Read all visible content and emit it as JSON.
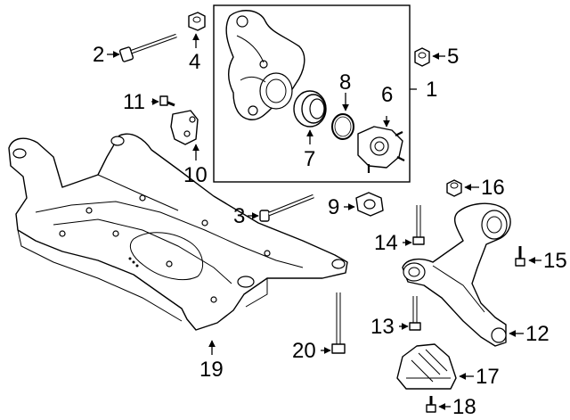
{
  "callouts": {
    "n1": "1",
    "n2": "2",
    "n3": "3",
    "n4": "4",
    "n5": "5",
    "n6": "6",
    "n7": "7",
    "n8": "8",
    "n9": "9",
    "n10": "10",
    "n11": "11",
    "n12": "12",
    "n13": "13",
    "n14": "14",
    "n15": "15",
    "n16": "16",
    "n17": "17",
    "n18": "18",
    "n19": "19",
    "n20": "20"
  }
}
